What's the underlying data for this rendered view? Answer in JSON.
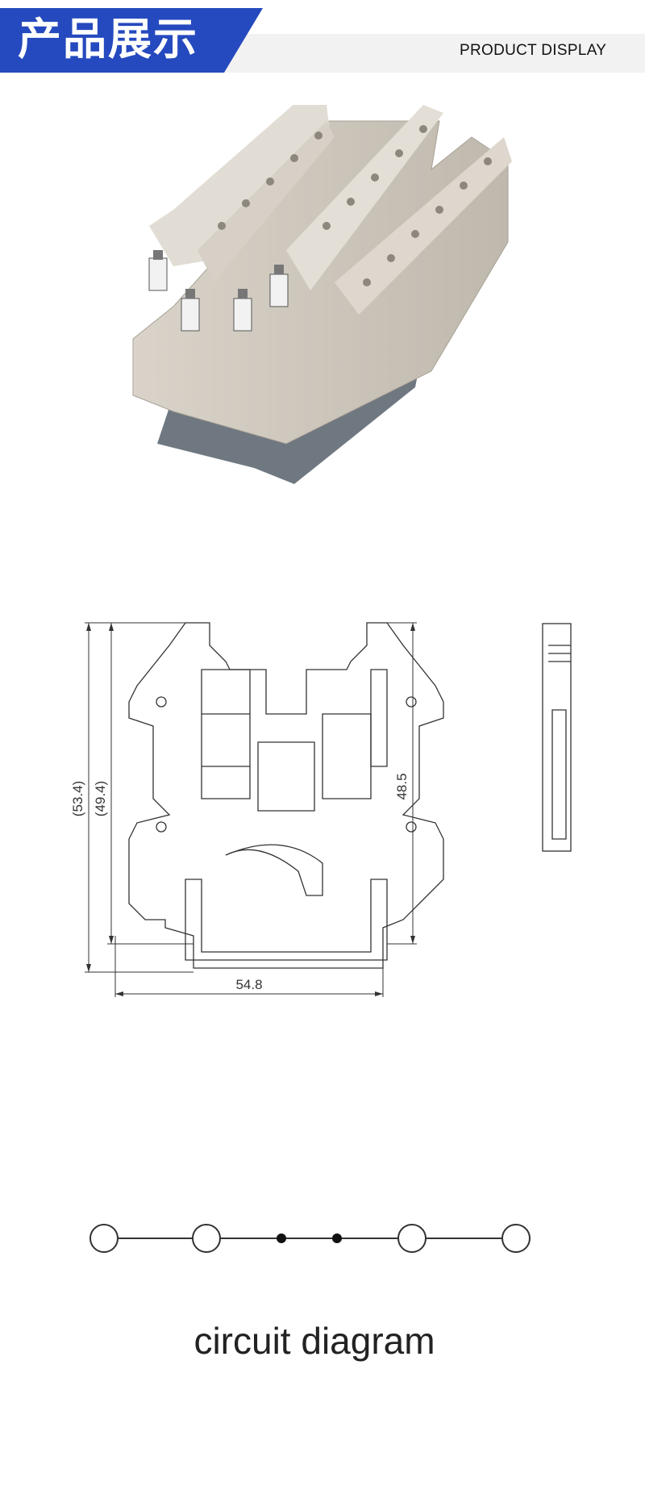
{
  "header": {
    "title": "产品展示",
    "subtitle": "PRODUCT DISPLAY",
    "accent_color": "#2549be",
    "strip_color": "#f2f2f2"
  },
  "product_image": {
    "icon": "terminal-block-product-photo"
  },
  "dimension_drawing": {
    "dims": {
      "overall_height": "(53.4)",
      "inner_height": "(49.4)",
      "height": "48.5",
      "width": "54.8"
    }
  },
  "circuit": {
    "label": "circuit diagram"
  }
}
